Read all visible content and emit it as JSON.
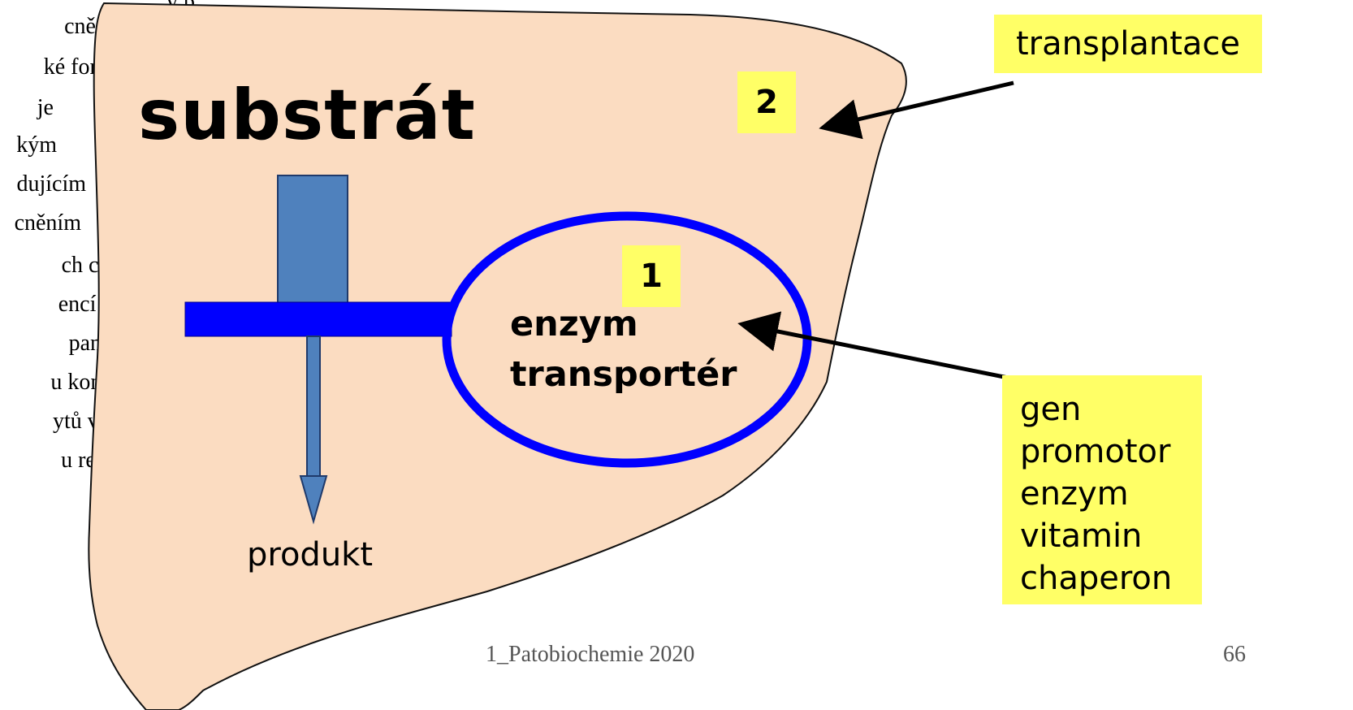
{
  "background_text": {
    "lines": [
      "y p",
      "cnění, které se",
      "ké formě",
      "je",
      "kým",
      "dujícím",
      "cněním",
      "ch cest a plic,",
      "encí zevní",
      "pankreatu,",
      "u koncentrací",
      "ytů v potu a",
      "u reprodukce"
    ]
  },
  "diagram": {
    "title": "substrát",
    "product_label": "produkt",
    "enzyme_label_line1": "enzym",
    "enzyme_label_line2": "transportér",
    "badge_1": "1",
    "badge_2": "2",
    "transplant_label": "transplantace",
    "intervention_items": [
      "gen",
      "promotor",
      "enzym",
      "vitamin",
      "chaperon"
    ]
  },
  "footer": {
    "source": "1_Patobiochemie  2020",
    "page_number": "66"
  },
  "colors": {
    "organ_fill": "#fbdcc1",
    "ellipse_stroke": "#0000ff",
    "bar_fill": "#0000ff",
    "arrow_fill": "#4f81bd",
    "highlight": "#ffff66"
  }
}
